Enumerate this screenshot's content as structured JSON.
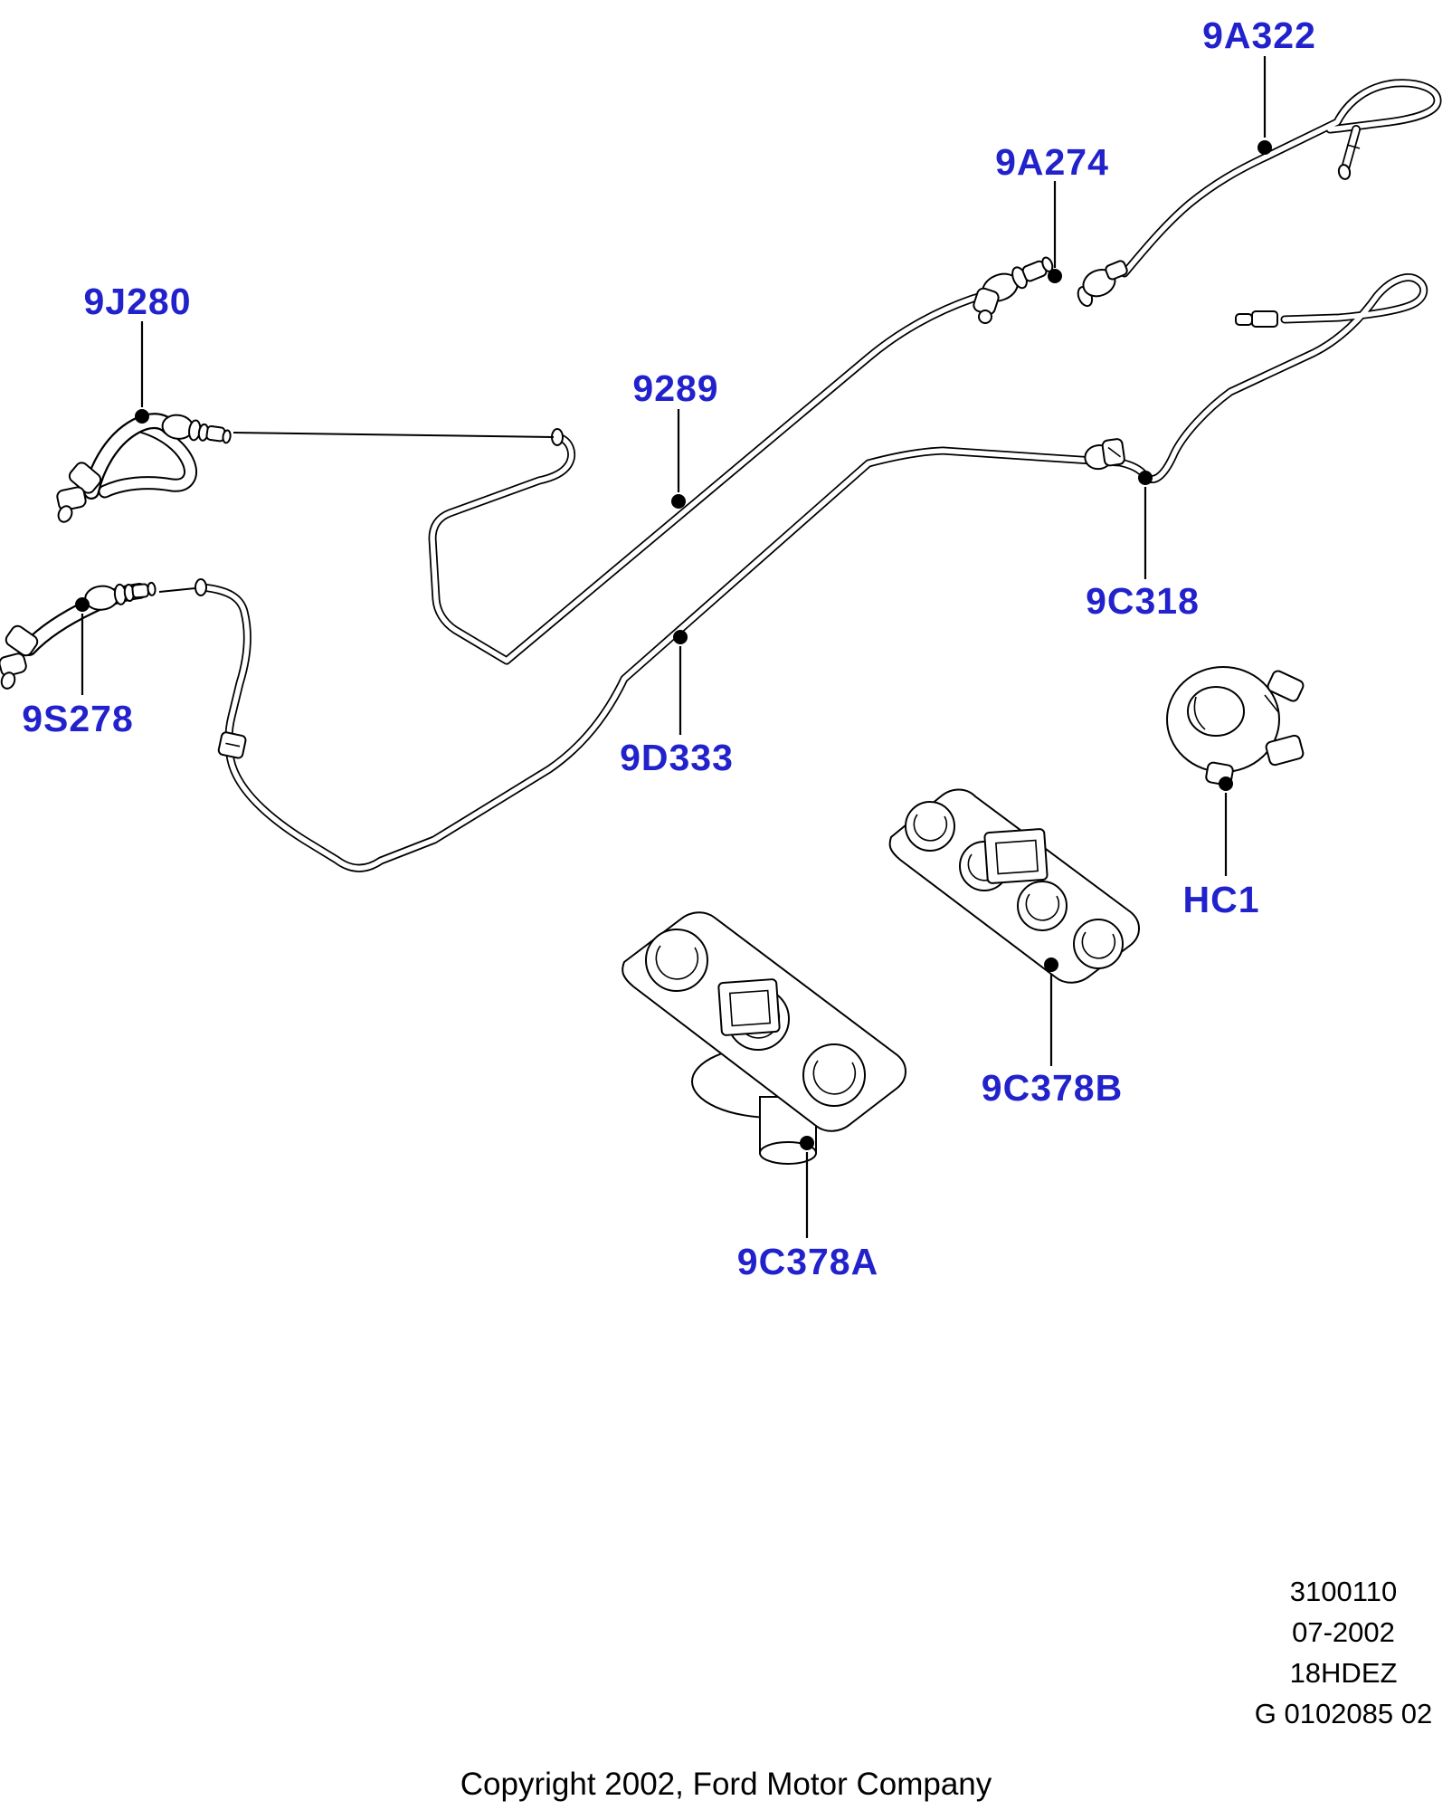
{
  "diagram": {
    "description": "Ford fuel lines exploded parts diagram",
    "accent_color": "#2222CC",
    "line_color": "#000000",
    "callouts": [
      {
        "code": "9A322"
      },
      {
        "code": "9A274"
      },
      {
        "code": "9J280"
      },
      {
        "code": "9289"
      },
      {
        "code": "9S278"
      },
      {
        "code": "9C318"
      },
      {
        "code": "9D333"
      },
      {
        "code": "HC1"
      },
      {
        "code": "9C378B"
      },
      {
        "code": "9C378A"
      }
    ]
  },
  "info_block": {
    "lines": [
      "3100110",
      "07-2002",
      "18HDEZ",
      "G 0102085 02"
    ]
  },
  "footer": {
    "copyright": "Copyright 2002, Ford Motor Company"
  }
}
